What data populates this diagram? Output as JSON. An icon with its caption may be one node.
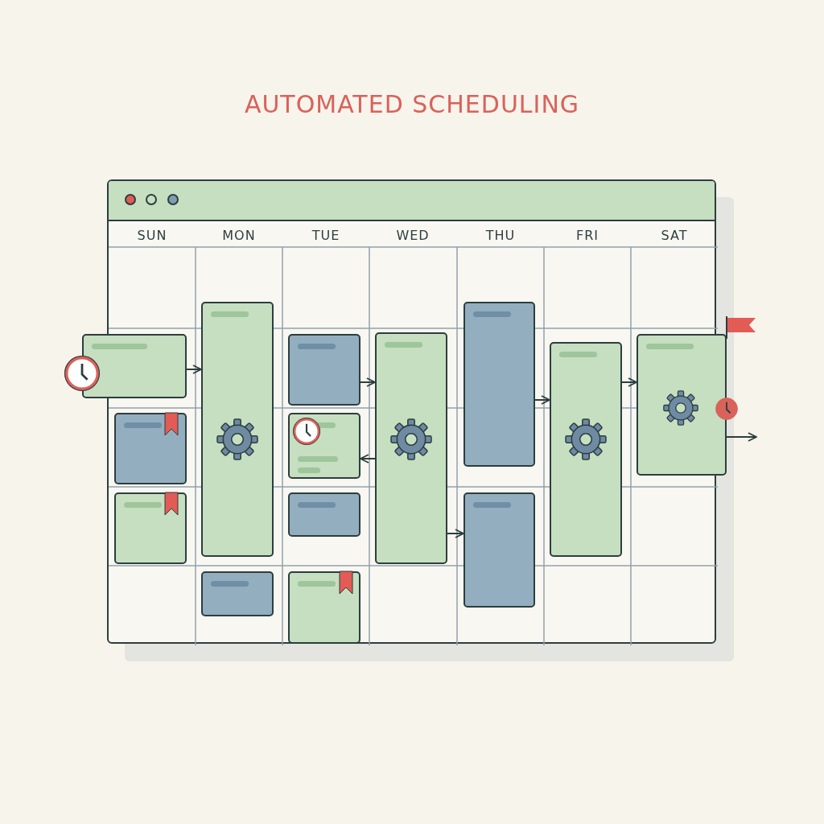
{
  "diagram": {
    "title": "AUTOMATED SCHEDULING",
    "nodes": [
      {
        "text": [],
        "shape": "box"
      },
      {
        "text": [],
        "shape": "box"
      },
      {
        "text": [],
        "shape": "box"
      },
      {
        "text": [],
        "shape": "box"
      },
      {
        "text": [],
        "shape": "box"
      },
      {
        "text": [],
        "shape": "box"
      },
      {
        "text": [],
        "shape": "box"
      },
      {
        "text": [],
        "shape": "box"
      },
      {
        "text": [],
        "shape": "box"
      },
      {
        "text": [],
        "shape": "box"
      },
      {
        "text": [],
        "shape": "box"
      },
      {
        "text": [],
        "shape": "box"
      },
      {
        "text": [],
        "shape": "box"
      },
      {
        "text": [],
        "shape": "box"
      }
    ],
    "edges": [
      {
        "from": 0,
        "to": 3,
        "arrow": "to"
      },
      {
        "from": 5,
        "to": 9,
        "arrow": "to"
      },
      {
        "from": 9,
        "to": 6,
        "arrow": "to"
      },
      {
        "from": 9,
        "to": 11,
        "arrow": "to"
      },
      {
        "from": 10,
        "to": 12,
        "arrow": "to"
      },
      {
        "from": 12,
        "to": 13,
        "arrow": "to"
      },
      {
        "from": 13,
        "to": null,
        "arrow": "to"
      }
    ],
    "labels": [
      "SUN",
      "MON",
      "TUE",
      "WED",
      "THU",
      "FRI",
      "SAT"
    ]
  }
}
